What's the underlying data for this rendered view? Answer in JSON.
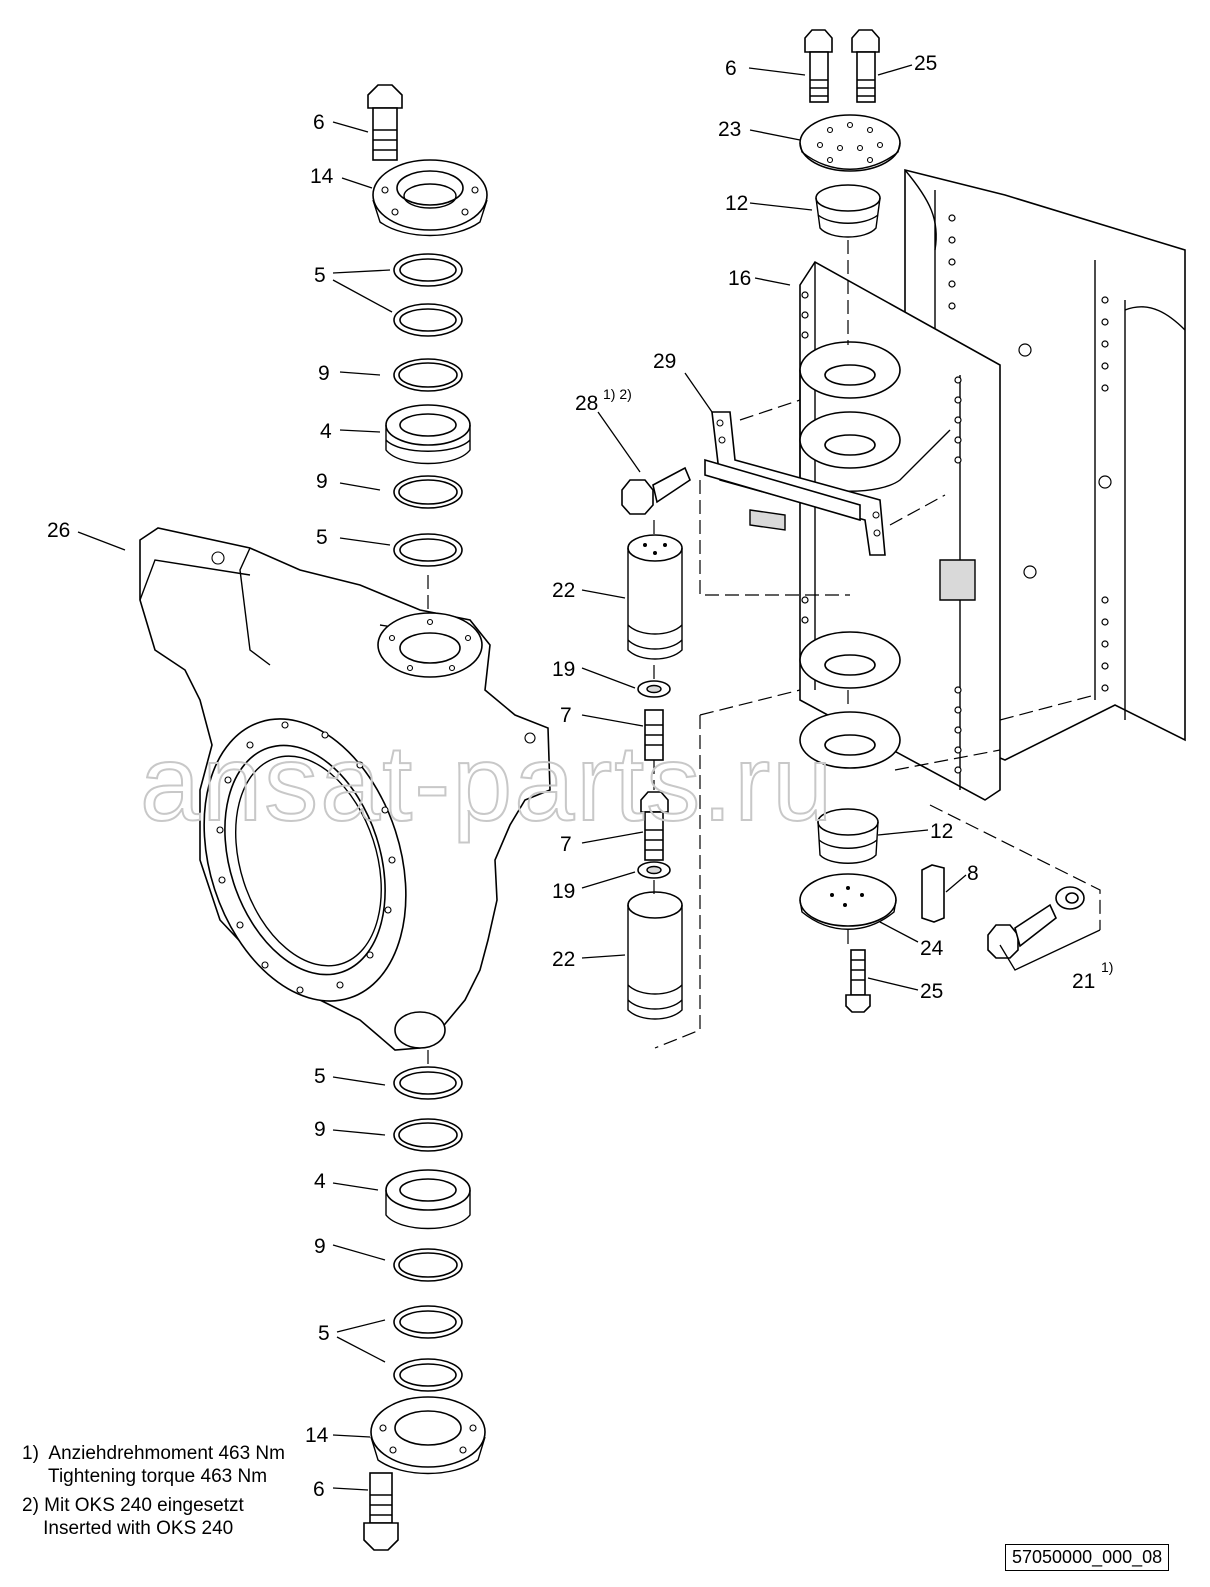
{
  "callouts": {
    "c6a": "6",
    "c14a": "14",
    "c5a": "5",
    "c9a": "9",
    "c4a": "4",
    "c9b": "9",
    "c5b": "5",
    "c26": "26",
    "c5c": "5",
    "c9c": "9",
    "c4b": "4",
    "c9d": "9",
    "c5d": "5",
    "c14b": "14",
    "c6b": "6",
    "c6c": "6",
    "c25a": "25",
    "c23": "23",
    "c12a": "12",
    "c16": "16",
    "c29": "29",
    "c28": "28",
    "c28sup": "1) 2)",
    "c22a": "22",
    "c19a": "19",
    "c7a": "7",
    "c7b": "7",
    "c19b": "19",
    "c22b": "22",
    "c12b": "12",
    "c8": "8",
    "c24": "24",
    "c25b": "25",
    "c21": "21",
    "c21sup": "1)"
  },
  "notes": {
    "n1_de": "1)  Anziehdrehmoment 463 Nm",
    "n1_en": "     Tightening torque 463 Nm",
    "n2_de": "2) Mit OKS 240 eingesetzt",
    "n2_en": "    Inserted with OKS 240"
  },
  "drawing_number": "57050000_000_08",
  "watermark": "ansat-parts.ru"
}
